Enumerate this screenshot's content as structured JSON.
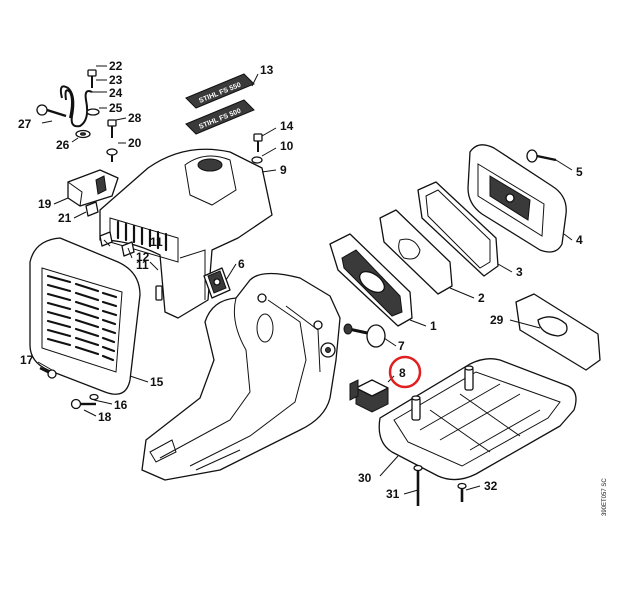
{
  "figure_code": "390ET057 SC",
  "highlight": {
    "part": "8",
    "color": "#e02020"
  },
  "badges": {
    "upper": "STIHL FS 550",
    "lower": "STIHL FS 500"
  },
  "callouts": {
    "c1": "1",
    "c2": "2",
    "c3": "3",
    "c4": "4",
    "c5": "5",
    "c6": "6",
    "c7": "7",
    "c8": "8",
    "c9": "9",
    "c10": "10",
    "c11a": "11",
    "c11b": "11",
    "c12": "12",
    "c13": "13",
    "c14": "14",
    "c15": "15",
    "c16": "16",
    "c17": "17",
    "c18": "18",
    "c19": "19",
    "c20": "20",
    "c21": "21",
    "c22": "22",
    "c23": "23",
    "c24": "24",
    "c25": "25",
    "c26": "26",
    "c27": "27",
    "c28": "28",
    "c29": "29",
    "c30": "30",
    "c31": "31",
    "c32": "32"
  }
}
